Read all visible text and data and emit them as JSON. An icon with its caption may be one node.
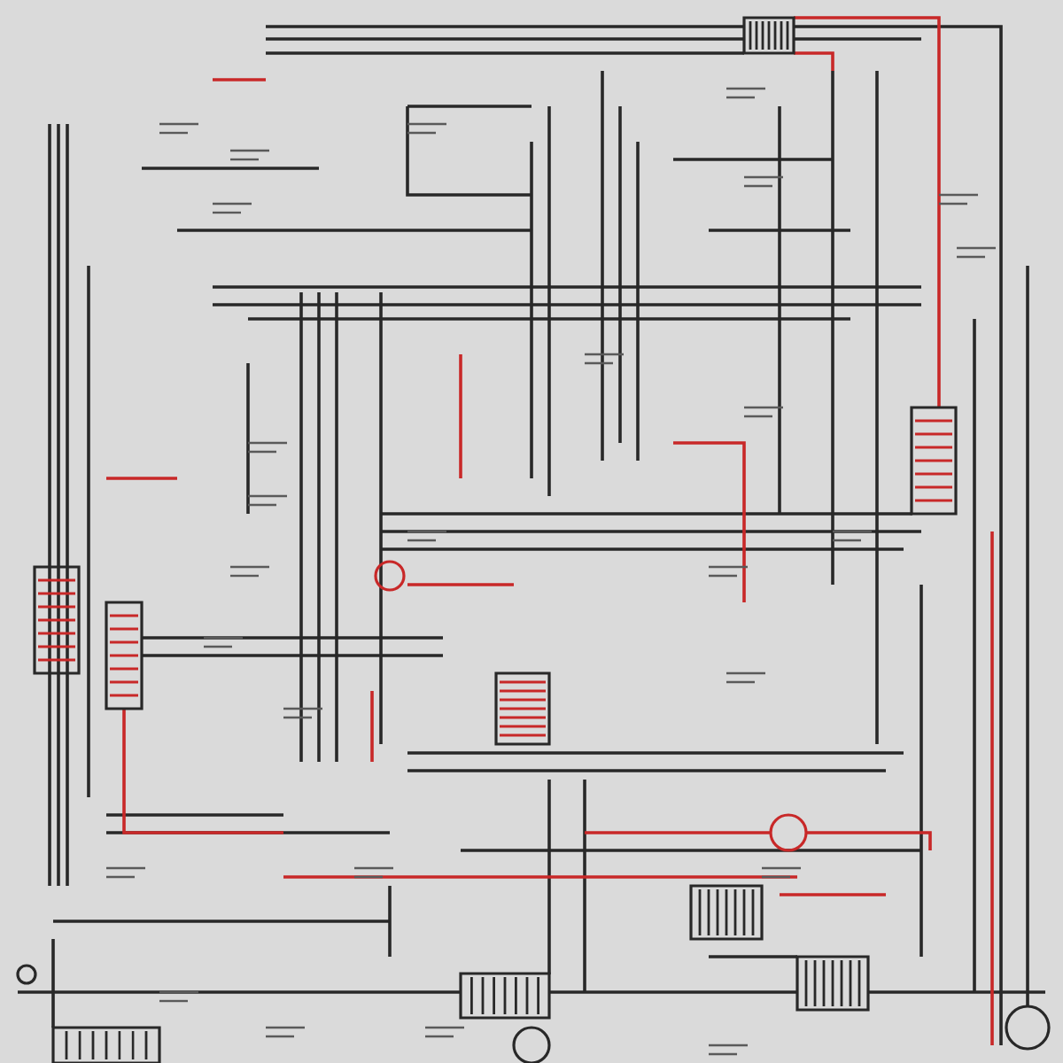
{
  "diagram": {
    "nodes": [
      {
        "text": [],
        "shape": "coil"
      },
      {
        "text": [],
        "shape": "coil"
      },
      {
        "text": [],
        "shape": "coil"
      },
      {
        "text": [],
        "shape": "circle"
      },
      {
        "text": [],
        "shape": "coil"
      },
      {
        "text": [],
        "shape": "coil"
      },
      {
        "text": [],
        "shape": "circle"
      },
      {
        "text": [],
        "shape": "coil"
      },
      {
        "text": [],
        "shape": "coil"
      },
      {
        "text": [],
        "shape": "circle"
      },
      {
        "text": [],
        "shape": "coil"
      },
      {
        "text": [],
        "shape": "coil"
      },
      {
        "text": [],
        "shape": "circle"
      },
      {
        "text": [],
        "shape": "circle"
      }
    ]
  }
}
